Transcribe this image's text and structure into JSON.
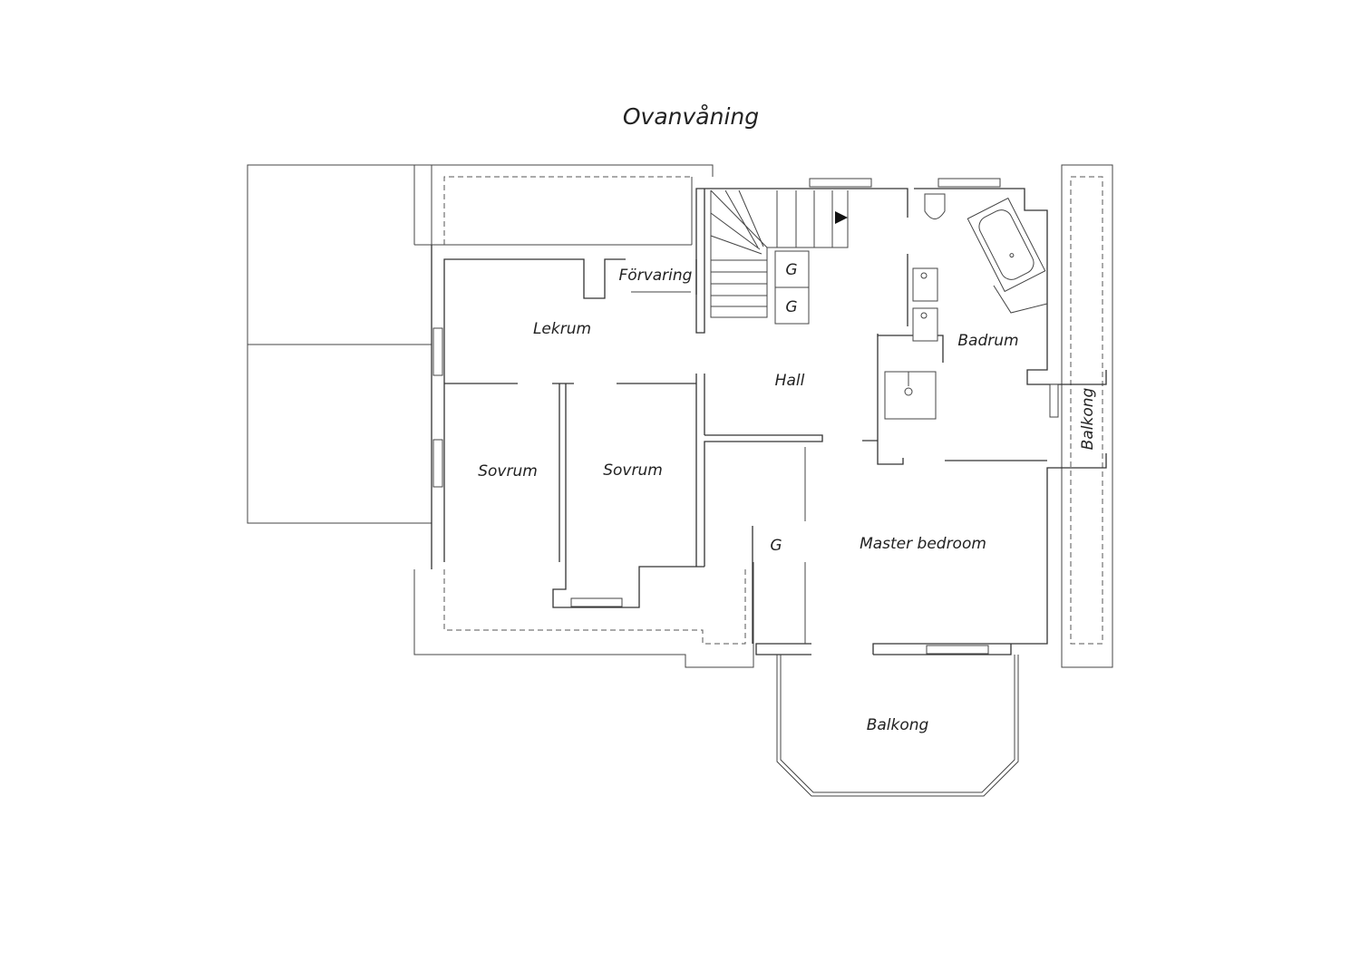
{
  "plan": {
    "title": "Ovanvåning",
    "rooms": {
      "lekrum": "Lekrum",
      "forvaring": "Förvaring",
      "hall": "Hall",
      "badrum": "Badrum",
      "sovrum_left": "Sovrum",
      "sovrum_right": "Sovrum",
      "master_bedroom": "Master bedroom",
      "balkong_side": "Balkong",
      "balkong_main": "Balkong",
      "garderob_1": "G",
      "garderob_2": "G",
      "garderob_3": "G"
    }
  }
}
